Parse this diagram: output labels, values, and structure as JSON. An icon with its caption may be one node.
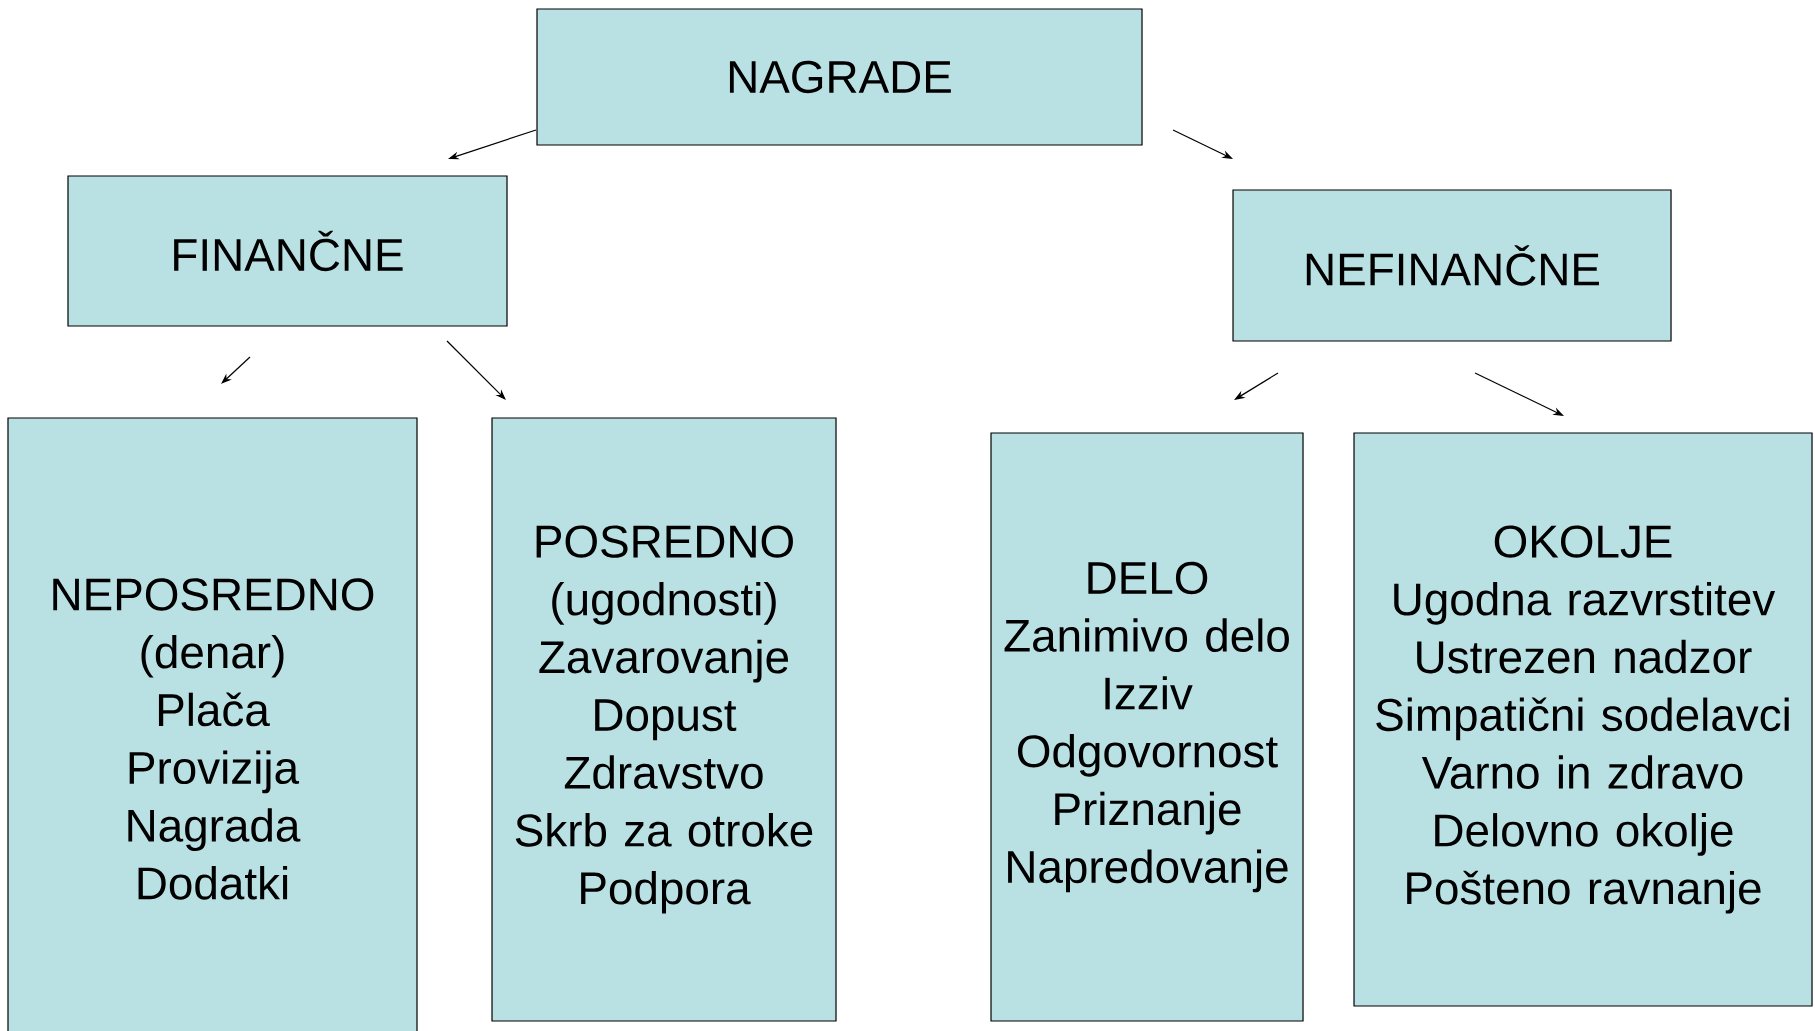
{
  "diagram": {
    "nodes": [
      {
        "text": [
          "NAGRADE"
        ]
      },
      {
        "text": [
          "FINANČNE"
        ]
      },
      {
        "text": [
          "NEFINANČNE"
        ]
      },
      {
        "text": [
          "NEPOSREDNO",
          "(denar)",
          "Plača",
          "Provizija",
          "Nagrada",
          "Dodatki"
        ]
      },
      {
        "text": [
          "POSREDNO",
          "(ugodnosti)",
          "Zavarovanje",
          "Dopust",
          "Zdravstvo",
          "Skrb za otroke",
          "Podpora"
        ]
      },
      {
        "text": [
          "DELO",
          "Zanimivo delo",
          "Izziv",
          "Odgovornost",
          "Priznanje",
          "Napredovanje"
        ]
      },
      {
        "text": [
          "OKOLJE",
          "Ugodna razvrstitev",
          "Ustrezen nadzor",
          "Simpatični sodelavci",
          "Varno in zdravo",
          "Delovno okolje",
          "Pošteno ravnanje"
        ]
      }
    ],
    "edges": [
      {
        "from": 0,
        "to": 1,
        "arrow": "to"
      },
      {
        "from": 0,
        "to": 2,
        "arrow": "to"
      },
      {
        "from": 1,
        "to": 3,
        "arrow": "to"
      },
      {
        "from": 1,
        "to": 4,
        "arrow": "to"
      },
      {
        "from": 2,
        "to": 5,
        "arrow": "to"
      },
      {
        "from": 2,
        "to": 6,
        "arrow": "to"
      }
    ]
  }
}
